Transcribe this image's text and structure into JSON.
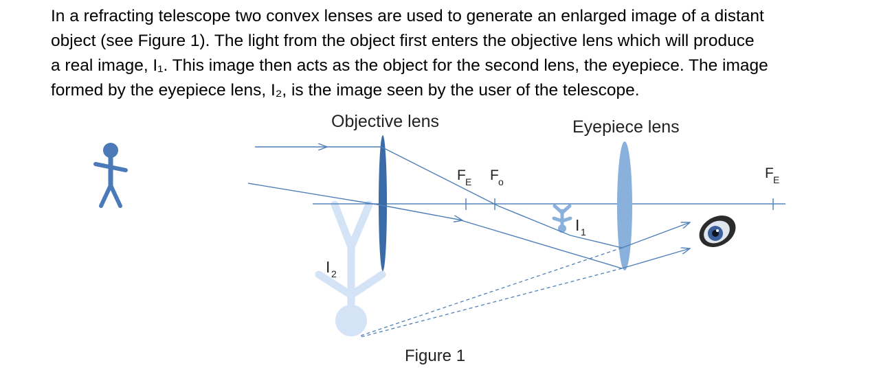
{
  "text": {
    "lines": [
      "In a refracting telescope two convex lenses are used to generate an enlarged image of a distant",
      "object (see Figure 1).  The light from the object first enters the objective lens which will produce",
      "a real image, I₁. This image then acts as the object for the second lens, the eyepiece. The image",
      "formed by the eyepiece lens, I₂, is the image seen by the user of the telescope."
    ]
  },
  "diagram": {
    "objective_label": "Objective lens",
    "eyepiece_label": "Eyepiece lens",
    "fe_left": {
      "main": "F",
      "sub": "E"
    },
    "fo": {
      "main": "F",
      "sub": "o"
    },
    "fe_right": {
      "main": "F",
      "sub": "E"
    },
    "i1": {
      "main": "I",
      "sub": "1"
    },
    "i2": {
      "main": "I",
      "sub": "2"
    },
    "caption": "Figure 1",
    "colors": {
      "person": "#4a7ab8",
      "ray": "#4f7fb8",
      "objective_lens": "#3a6aa8",
      "eyepiece_lens": "#8ab0dc",
      "image_i2": "#d4e3f5",
      "axis": "#5585c0"
    }
  }
}
